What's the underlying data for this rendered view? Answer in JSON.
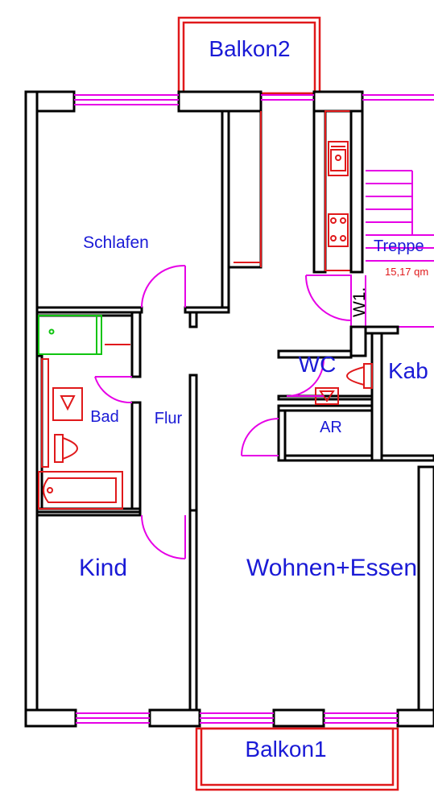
{
  "rooms": {
    "balkon2": "Balkon2",
    "schlafen": "Schlafen",
    "treppe": "Treppe",
    "treppe_area": "15,17 qm",
    "w1": "W1.",
    "wc": "WC",
    "kab": "Kab",
    "bad": "Bad",
    "flur": "Flur",
    "ar": "AR",
    "kind": "Kind",
    "wohnen": "Wohnen+Essen",
    "balkon1": "Balkon1"
  },
  "colors": {
    "labels": "#1a1ad6",
    "walls": "#000000",
    "windows_doors": "#e600e6",
    "fixtures": "#e0191b",
    "shower": "#11c411"
  }
}
